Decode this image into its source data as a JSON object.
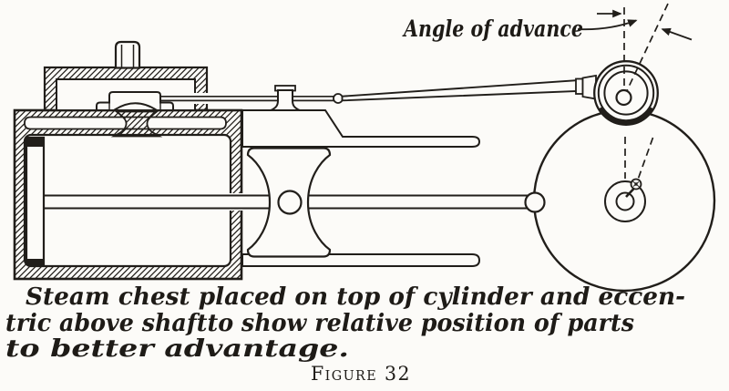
{
  "palette": {
    "ink": "#211e1a",
    "paper": "#fcfbf8"
  },
  "annotation": {
    "angle_label": "Angle of advance"
  },
  "caption": {
    "line1": "Steam chest placed on top of cylinder and eccen-",
    "line2": "tric above shaftto show relative position of parts",
    "line3": "to better advantage."
  },
  "figure_label": "Figure 32"
}
